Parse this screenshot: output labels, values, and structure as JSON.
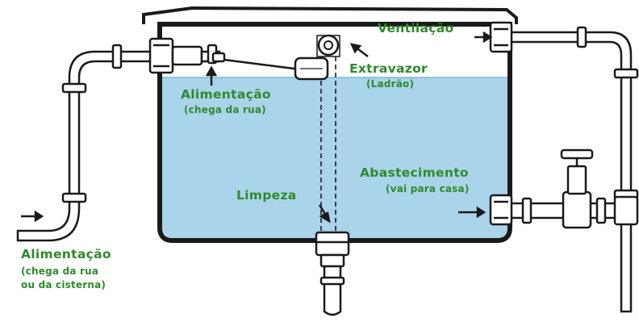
{
  "labels": {
    "ventilacao": "Ventilação",
    "extravazor": "Extravazor",
    "ladrao": "(Ladrão)",
    "alimentacao_tank": "Alimentação",
    "alimentacao_tank_sub": "(chega da rua)",
    "abastecimento": "Abastecimento",
    "abastecimento_sub": "(vai para casa)",
    "limpeza": "Limpeza",
    "alimentacao_pipe": "Alimentação",
    "alimentacao_pipe_sub1": "(chega da rua",
    "alimentacao_pipe_sub2": "ou da cisterna)"
  },
  "colors": {
    "water": "#a9d4ea",
    "label_green": "#2f8a2a",
    "outline": "#1a1a1a",
    "pipe_fill": "#ffffff"
  }
}
